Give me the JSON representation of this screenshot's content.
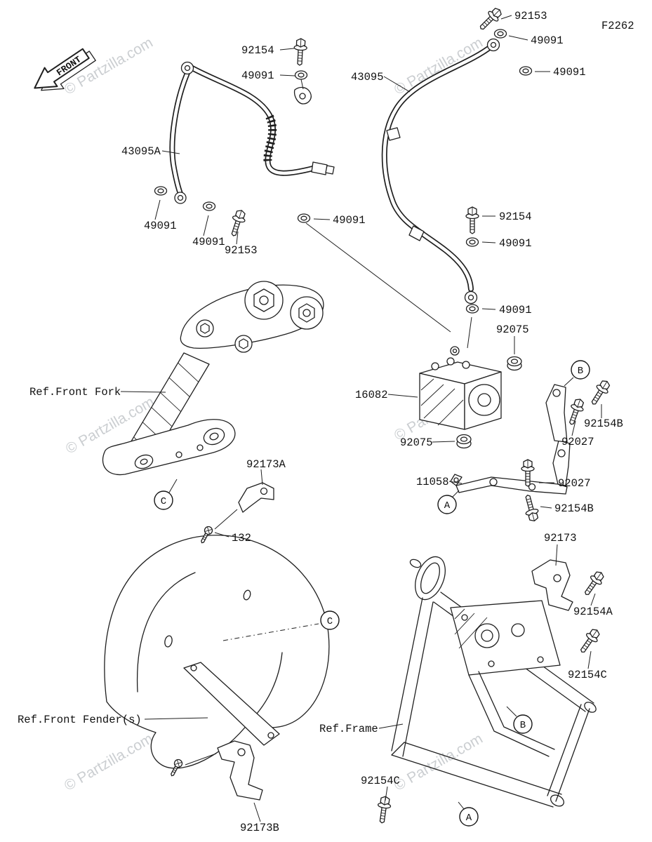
{
  "page": {
    "code": "F2262",
    "front_arrow": "FRONT",
    "watermark": "© Partzilla.com"
  },
  "refs": {
    "front_fork": "Ref.Front Fork",
    "front_fender": "Ref.Front Fender(s)",
    "frame": "Ref.Frame"
  },
  "connectors": {
    "a": "A",
    "b": "B",
    "c": "C"
  },
  "parts": {
    "p92153_top": "92153",
    "p49091_top": "49091",
    "p49091_right": "49091",
    "p92154_left": "92154",
    "p49091_left": "49091",
    "p43095": "43095",
    "p43095a": "43095A",
    "p49091_d": "49091",
    "p49091_e": "49091",
    "p92153_b": "92153",
    "p49091_f": "49091",
    "p92154_right": "92154",
    "p49091_g": "49091",
    "p49091_h": "49091",
    "p92075_a": "92075",
    "p16082": "16082",
    "p92075_b": "92075",
    "p92154b_a": "92154B",
    "p92027_a": "92027",
    "p11058": "11058",
    "p92027_b": "92027",
    "p92154b_b": "92154B",
    "p92173a": "92173A",
    "p132": "132",
    "p92173": "92173",
    "p92154a": "92154A",
    "p92154c_a": "92154C",
    "p92154c_b": "92154C",
    "p92173b": "92173B"
  }
}
